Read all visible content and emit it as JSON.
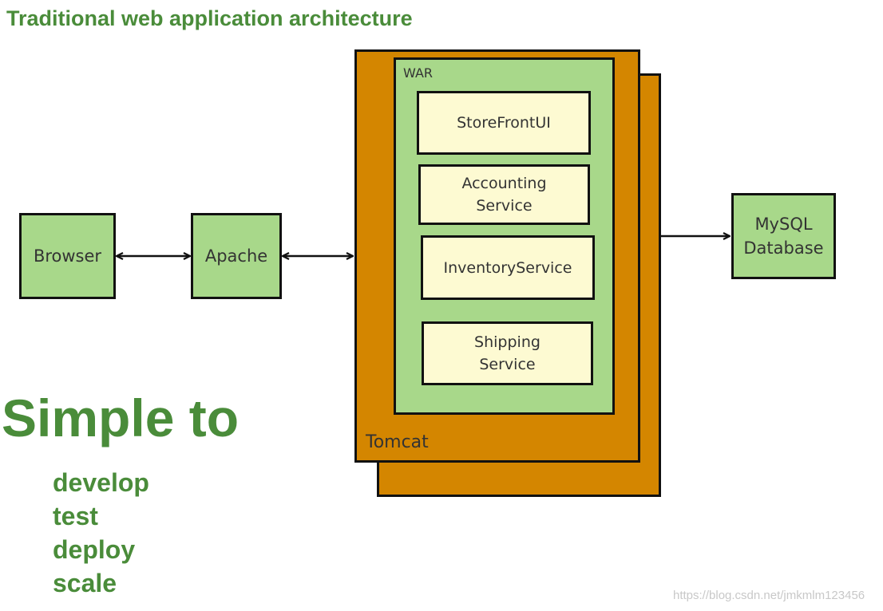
{
  "title": "Traditional web application architecture",
  "nodes": {
    "browser": "Browser",
    "apache": "Apache",
    "tomcat": "Tomcat",
    "war": "WAR",
    "mysql": "MySQL\nDatabase"
  },
  "services": [
    "StoreFrontUI",
    "Accounting\nService",
    "InventoryService",
    "Shipping\nService"
  ],
  "tagline": "Simple to",
  "benefits": [
    "develop",
    "test",
    "deploy",
    "scale"
  ],
  "watermark": "https://blog.csdn.net/jmkmlm123456"
}
